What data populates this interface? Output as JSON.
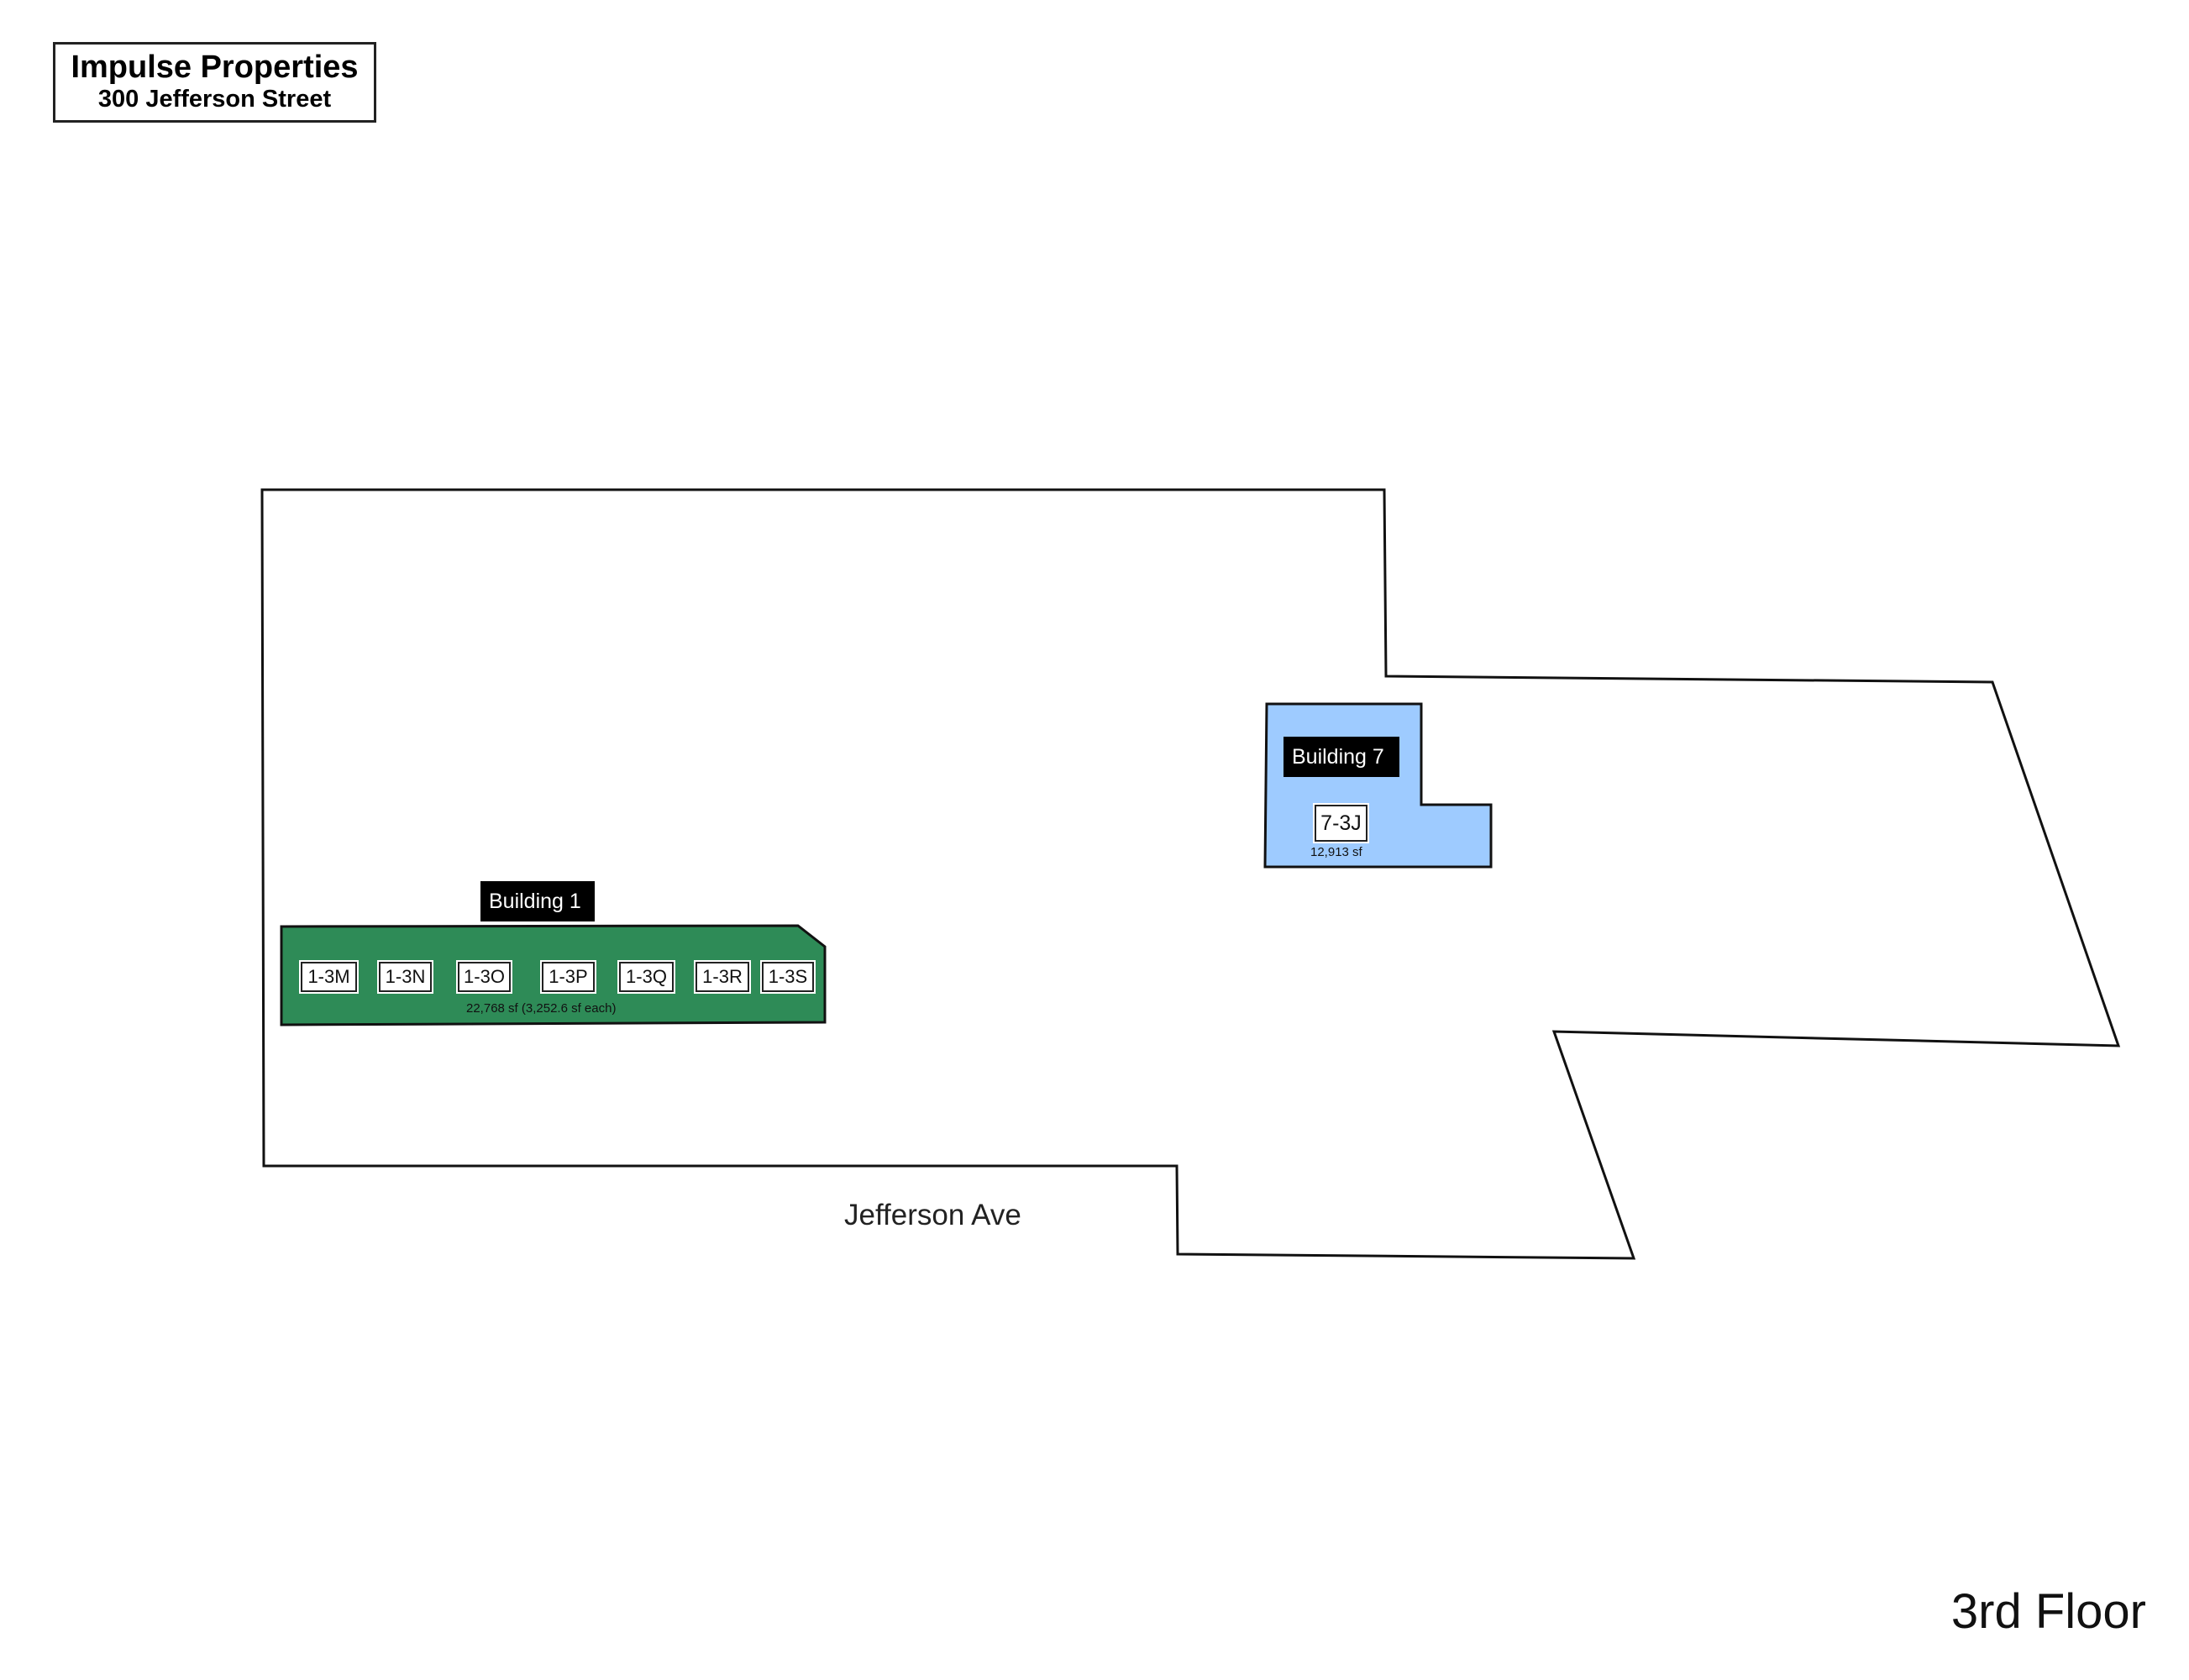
{
  "header": {
    "company": "Impulse Properties",
    "address": "300 Jefferson Street"
  },
  "floor_label": "3rd Floor",
  "street_label": "Jefferson Ave",
  "colors": {
    "building_1_fill": "#2e8b57",
    "building_7_fill": "#9ecbff",
    "outline": "#111111",
    "label_bg": "#000000",
    "label_text": "#ffffff"
  },
  "buildings": [
    {
      "label": "Building 1",
      "units": [
        "1-3M",
        "1-3N",
        "1-3O",
        "1-3P",
        "1-3Q",
        "1-3R",
        "1-3S"
      ],
      "area_text": "22,768 sf (3,252.6 sf each)"
    },
    {
      "label": "Building 7",
      "units": [
        "7-3J"
      ],
      "area_text": "12,913 sf"
    }
  ]
}
